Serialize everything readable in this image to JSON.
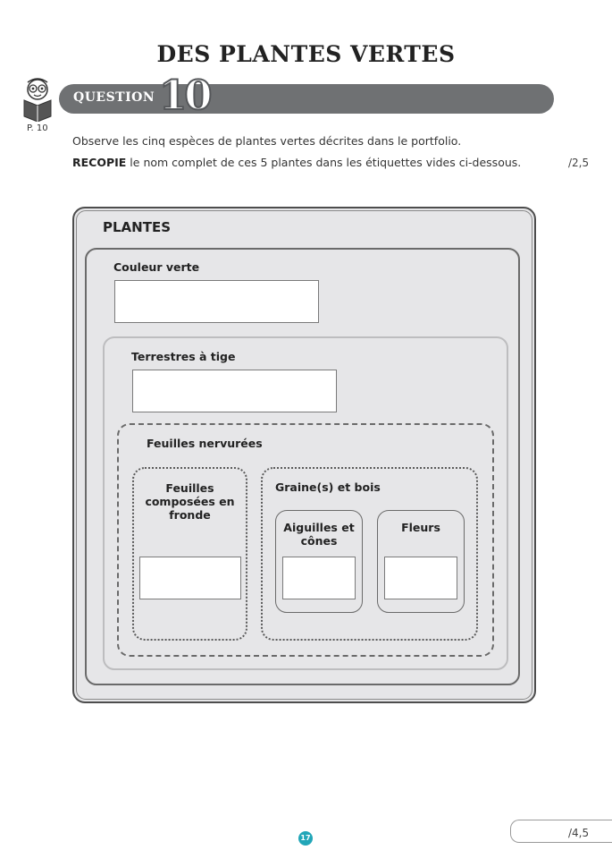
{
  "title": "DES PLANTES VERTES",
  "question": {
    "label": "QUESTION",
    "number": "10",
    "page_ref": "P. 10"
  },
  "instructions": {
    "line1": "Observe les cinq espèces de plantes vertes décrites dans le portfolio.",
    "line2_bold": "RECOPIE",
    "line2_rest": " le nom complet de ces 5 plantes dans les étiquettes vides ci-dessous.",
    "score": "/2,5"
  },
  "diagram": {
    "root": "PLANTES",
    "level1": {
      "label": "Couleur verte",
      "answer": ""
    },
    "level2": {
      "label": "Terrestres à tige",
      "answer": ""
    },
    "level3": {
      "label": "Feuilles nervurées"
    },
    "left_group": {
      "label": "Feuilles composées en fronde",
      "answer": ""
    },
    "right_group": {
      "label": "Graine(s) et bois"
    },
    "sub1": {
      "label": "Aiguilles et cônes",
      "answer": ""
    },
    "sub2": {
      "label": "Fleurs",
      "answer": ""
    }
  },
  "footer": {
    "page_number": "17",
    "total_score": "/4,5"
  },
  "colors": {
    "question_bar": "#6f7173",
    "panel_bg": "#e6e6e8",
    "page_badge": "#22a6b8"
  },
  "icons": [
    "mascot-reading-icon"
  ]
}
